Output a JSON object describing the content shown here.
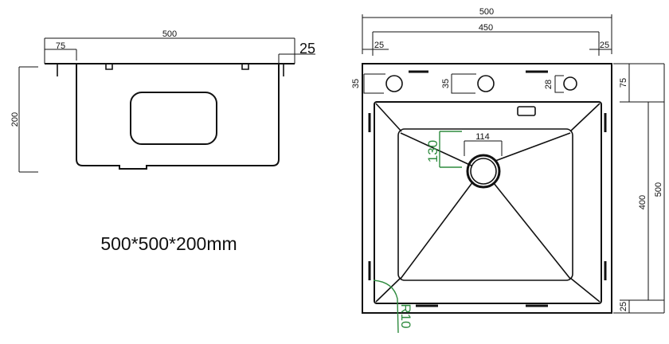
{
  "side_view": {
    "width_label": "500",
    "left_offset_label": "75",
    "right_offset_label": "25",
    "height_label": "200"
  },
  "caption": "500*500*200mm",
  "top_view": {
    "overall_width_label": "500",
    "inner_width_label": "450",
    "left_margin_label": "25",
    "right_margin_label": "25",
    "hole1_label": "35",
    "hole2_label": "35",
    "hole3_label": "28",
    "top_offset_label": "75",
    "basin_depth_label": "400",
    "overall_height_label": "500",
    "bottom_offset_label": "25",
    "drain_width_label": "114",
    "drain_height_label": "130",
    "radius_label": "R10"
  },
  "colors": {
    "line": "#111111",
    "annotation_green": "#2e8b3e"
  }
}
